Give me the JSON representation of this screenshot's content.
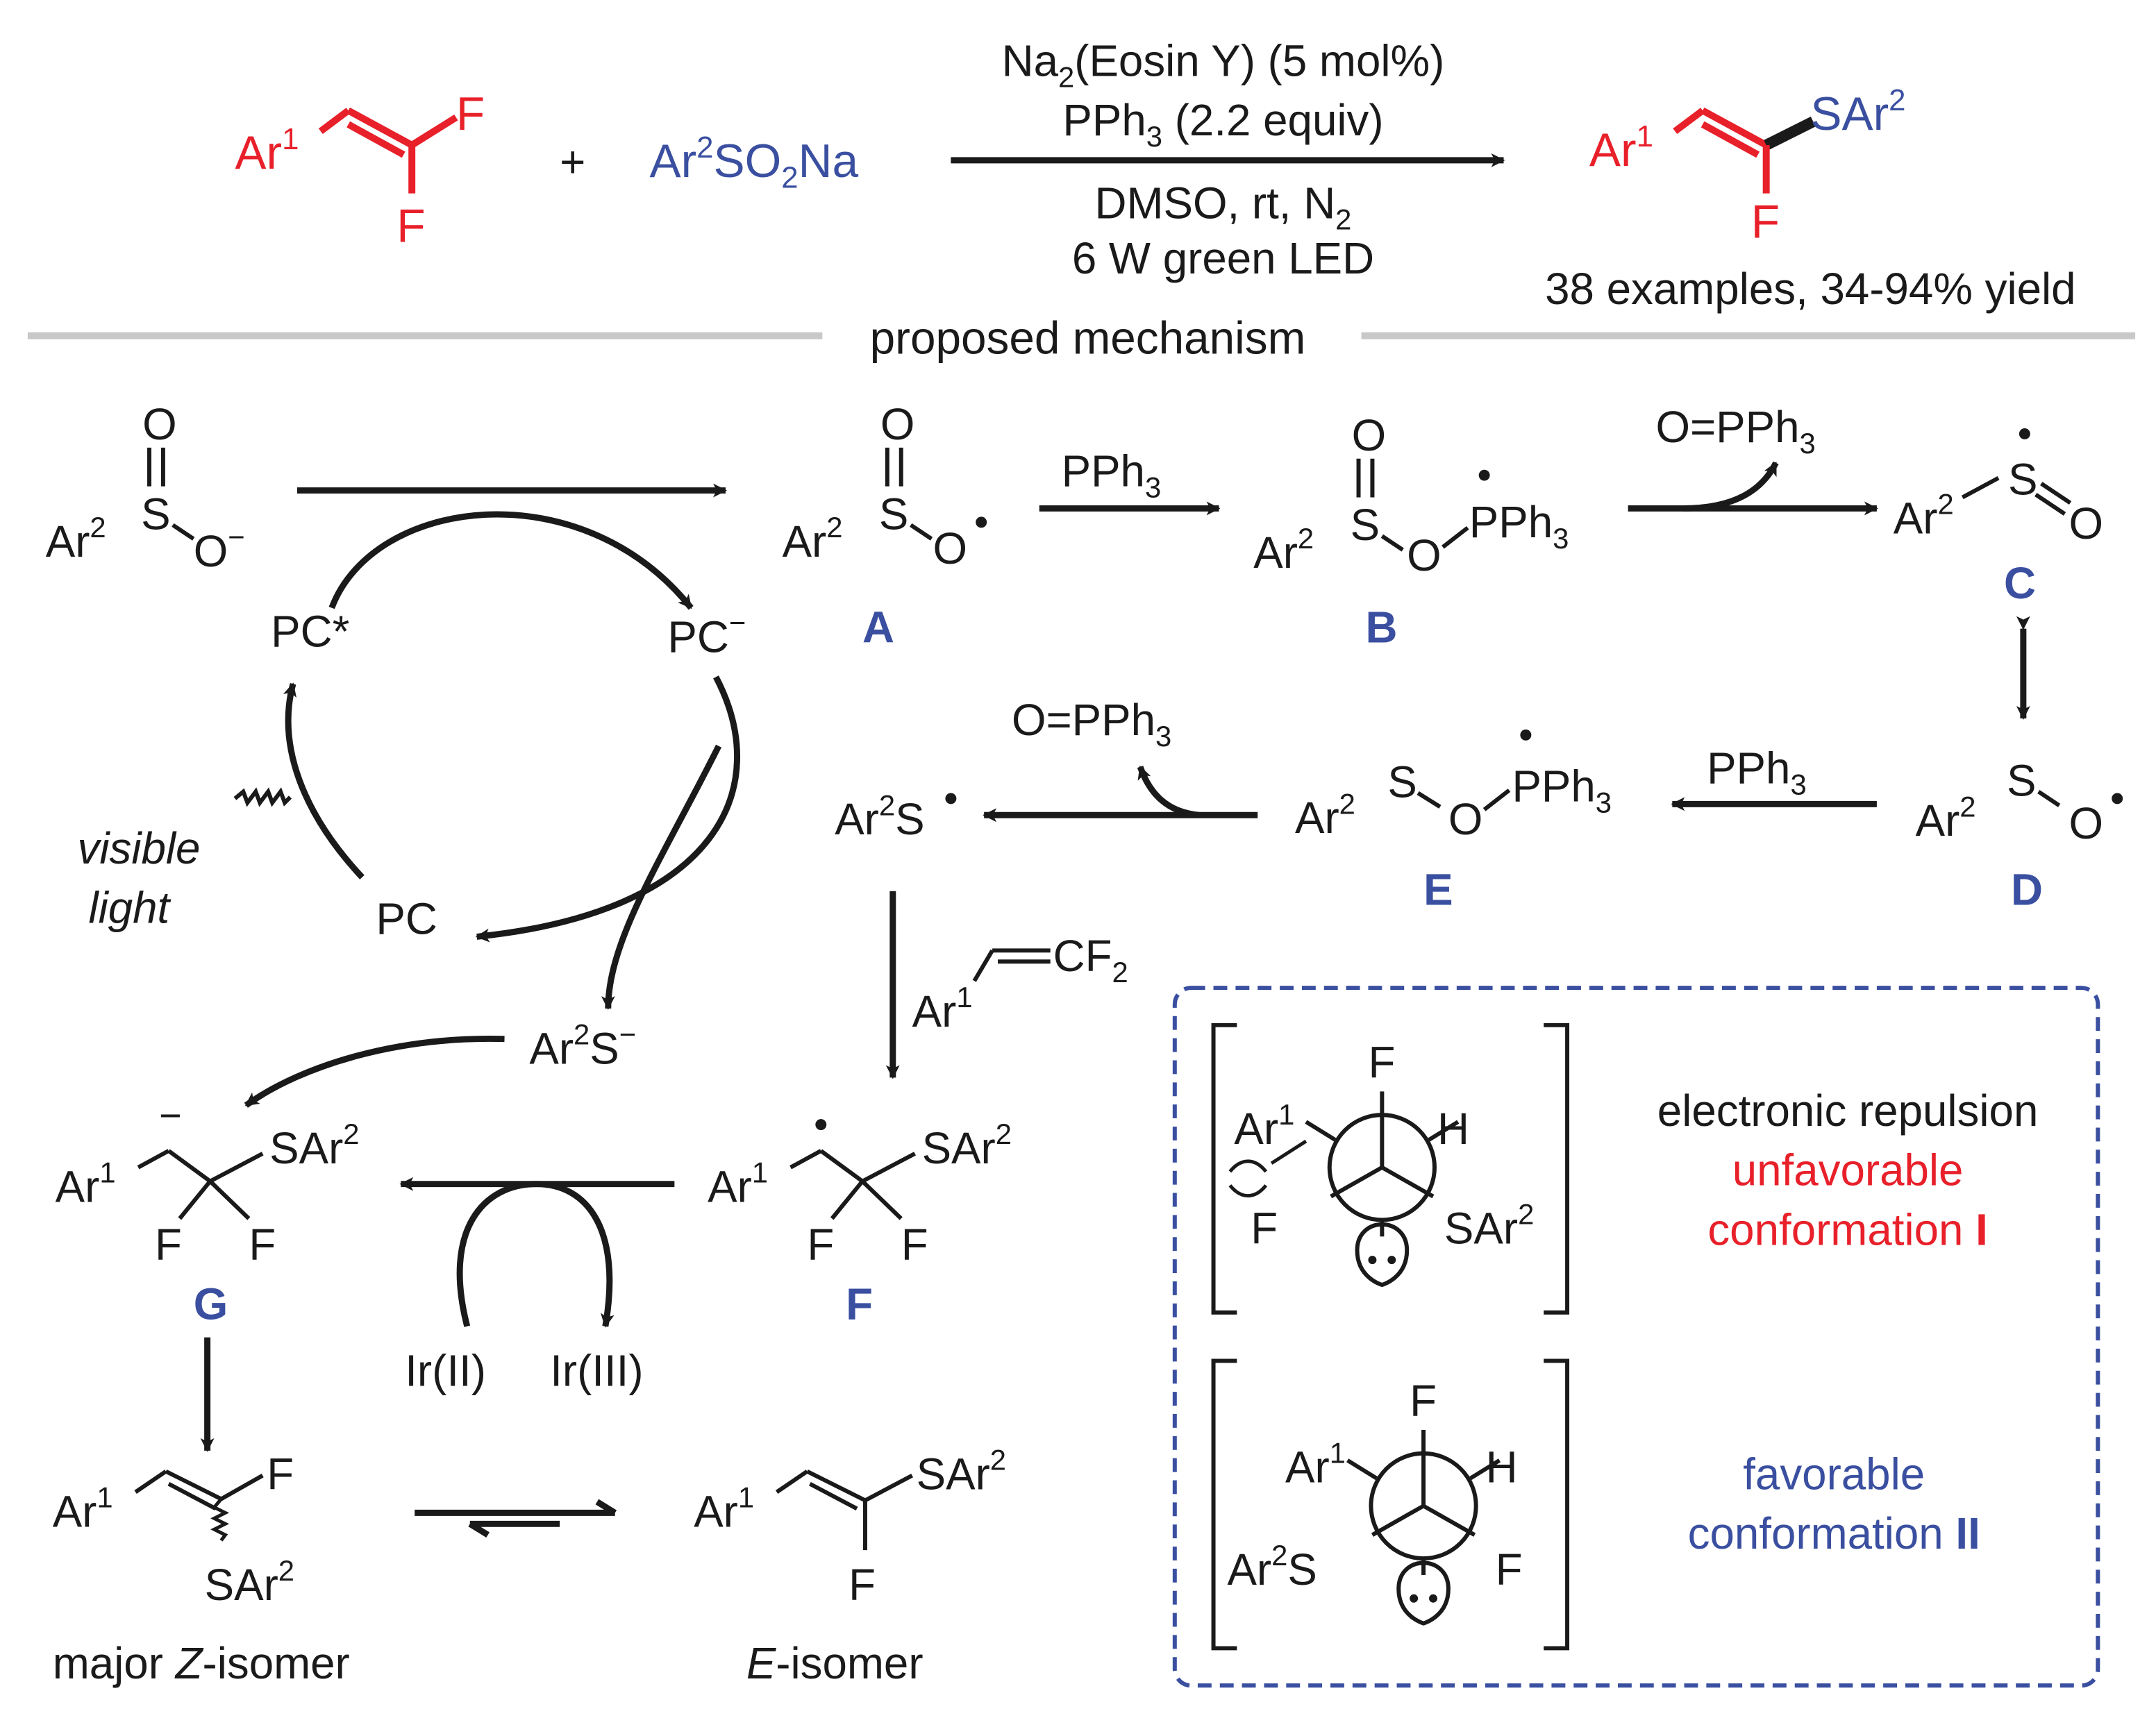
{
  "scheme": {
    "reactant1": {
      "ar": "Ar",
      "sup": "1",
      "f1": "F",
      "f2": "F"
    },
    "plus": "+",
    "reactant2": {
      "ar": "Ar",
      "sup": "2",
      "rest": "SO",
      "sub": "2",
      "tail": "Na"
    },
    "conditions": {
      "line1a": "Na",
      "line1sub": "2",
      "line1b": "(Eosin Y) (5 mol%)",
      "line2a": "PPh",
      "line2sub": "3",
      "line2b": " (2.2 equiv)",
      "line3a": "DMSO, rt, N",
      "line3sub": "2",
      "line4": "6 W green LED"
    },
    "product": {
      "ar": "Ar",
      "sup": "1",
      "sar": "SAr",
      "sar_sup": "2",
      "f": "F"
    },
    "yield_text": "38 examples, 34-94% yield"
  },
  "mechanism_title": "proposed mechanism",
  "labels": {
    "A": "A",
    "B": "B",
    "C": "C",
    "D": "D",
    "E": "E",
    "F": "F",
    "G": "G"
  },
  "cycle": {
    "pc_star": "PC*",
    "pc_minus": "PC",
    "pc": "PC",
    "visible": "visible",
    "light": "light"
  },
  "reagents": {
    "pph3": "PPh",
    "sub3": "3",
    "ope": "O=PPh",
    "ir2": "Ir(II)",
    "ir3": "Ir(III)",
    "cf2": "CF",
    "sub2": "2"
  },
  "species": {
    "ar2s_radical": "Ar",
    "ar2s_minus": "Ar",
    "s": "S",
    "o": "O",
    "f": "F",
    "h": "H",
    "sar": "SAr",
    "ar": "Ar",
    "pph": "PPh"
  },
  "isomers": {
    "z_pre": "major ",
    "z_it": "Z",
    "z_post": "-isomer",
    "e_it": "E",
    "e_post": "-isomer"
  },
  "conformations": {
    "c1_line1": "electronic repulsion",
    "c1_line2": "unfavorable",
    "c1_line3a": "conformation ",
    "c1_line3b": "I",
    "c2_line1": "favorable",
    "c2_line2a": "conformation ",
    "c2_line2b": "II",
    "ar2s": "Ar"
  },
  "colors": {
    "red": "#e8202a",
    "blue": "#3a4fa0",
    "divider": "#c8c8c8",
    "box": "#3a4fa0"
  }
}
